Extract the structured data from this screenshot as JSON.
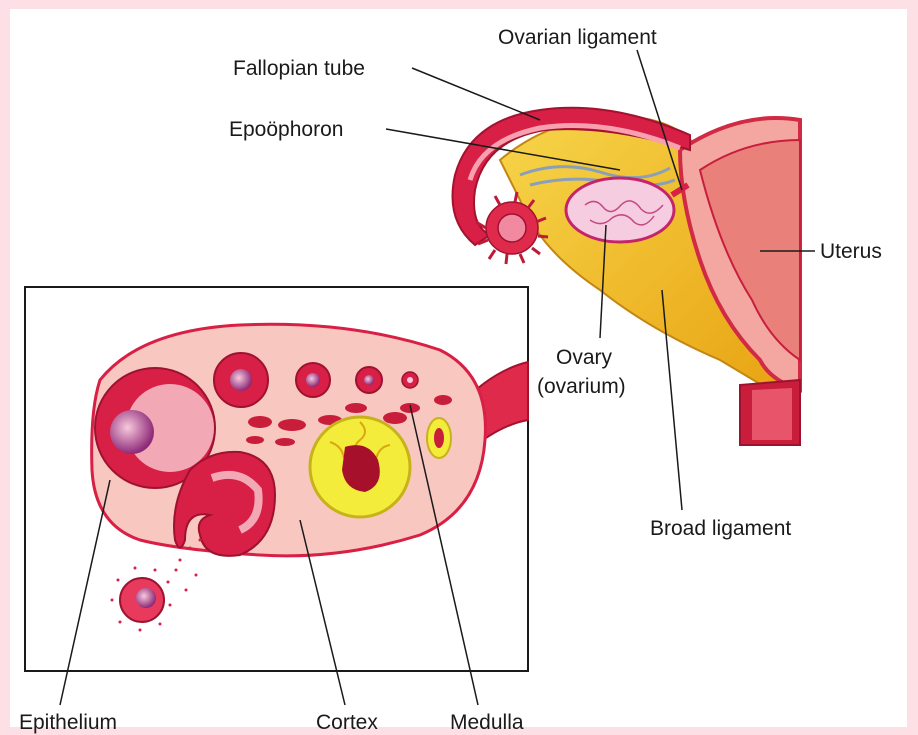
{
  "labels": {
    "fallopian_tube": "Fallopian tube",
    "ovarian_ligament": "Ovarian ligament",
    "epoophoron": "Epoöphoron",
    "uterus": "Uterus",
    "ovary_line1": "Ovary",
    "ovary_line2": "(ovarium)",
    "broad_ligament": "Broad ligament",
    "epithelium": "Epithelium",
    "cortex": "Cortex",
    "medulla": "Medulla"
  },
  "colors": {
    "background_border": "#fde0e6",
    "tissue_red": "#d81f45",
    "tissue_pink": "#f3b3b1",
    "broad_ligament_yellow": "#f0c020",
    "corpus_luteum_yellow": "#f4ec3a",
    "ovary_pink": "#f5cde0",
    "leader_line": "#1a1a1a"
  }
}
